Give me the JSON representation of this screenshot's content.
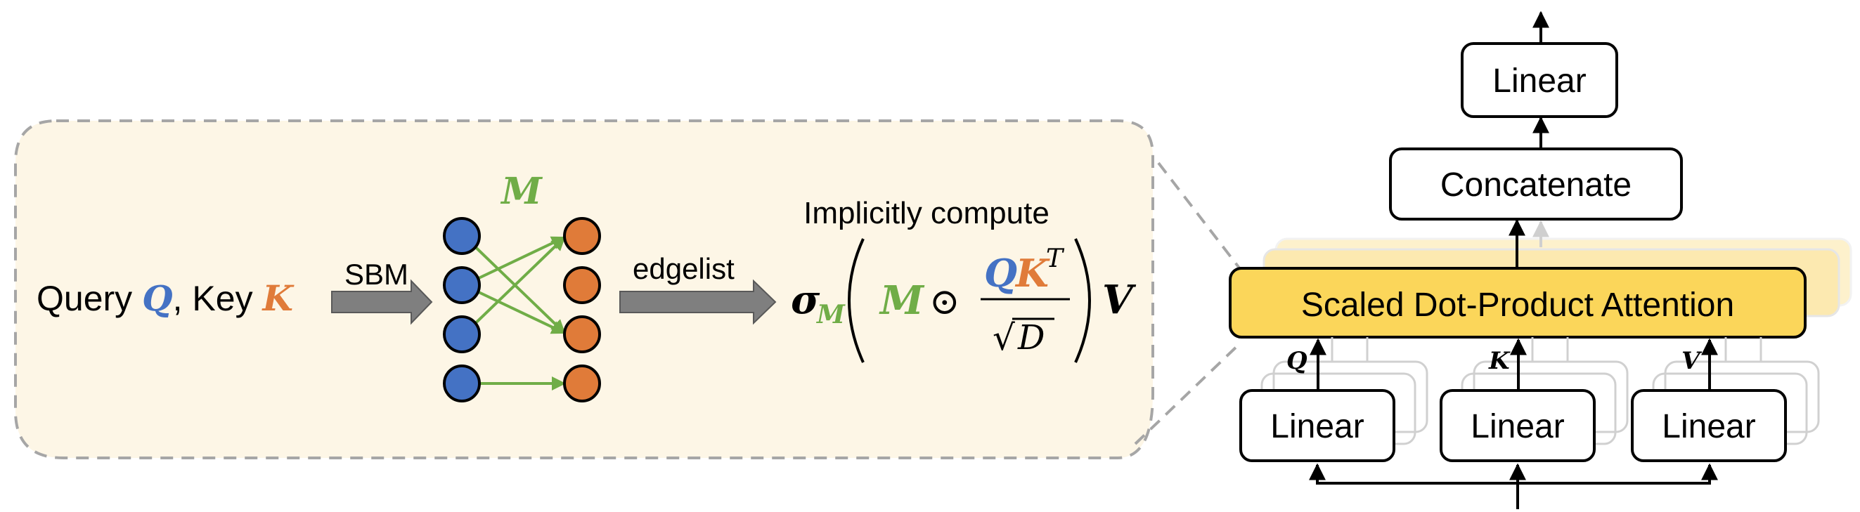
{
  "left_panel": {
    "input_prefix": "Query ",
    "query_symbol": "Q",
    "input_mid": ", Key ",
    "key_symbol": "K",
    "sbm_label": "SBM",
    "mask_symbol": "M",
    "edgelist_label": "edgelist",
    "formula_caption": "Implicitly compute",
    "formula": {
      "sigma": "σ",
      "sigma_sub": "M",
      "mask": "M",
      "odot": "⊙",
      "num_q": "Q",
      "num_k": "K",
      "num_sup": "T",
      "den_sqrt": "√",
      "den_d": "D",
      "value": "V"
    }
  },
  "right_panel": {
    "top_linear": "Linear",
    "concatenate": "Concatenate",
    "attention": "Scaled Dot-Product Attention",
    "linear_q": "Linear",
    "linear_k": "Linear",
    "linear_v": "Linear",
    "label_q": "Q",
    "label_k": "K",
    "label_v": "V"
  },
  "colors": {
    "query_blue": "#4472C4",
    "key_orange": "#E07B39",
    "mask_green": "#70AD47",
    "panel_fill": "#FDF6E6",
    "attention_fill": "#FBD65A",
    "dashed_border": "#A6A6A6"
  }
}
